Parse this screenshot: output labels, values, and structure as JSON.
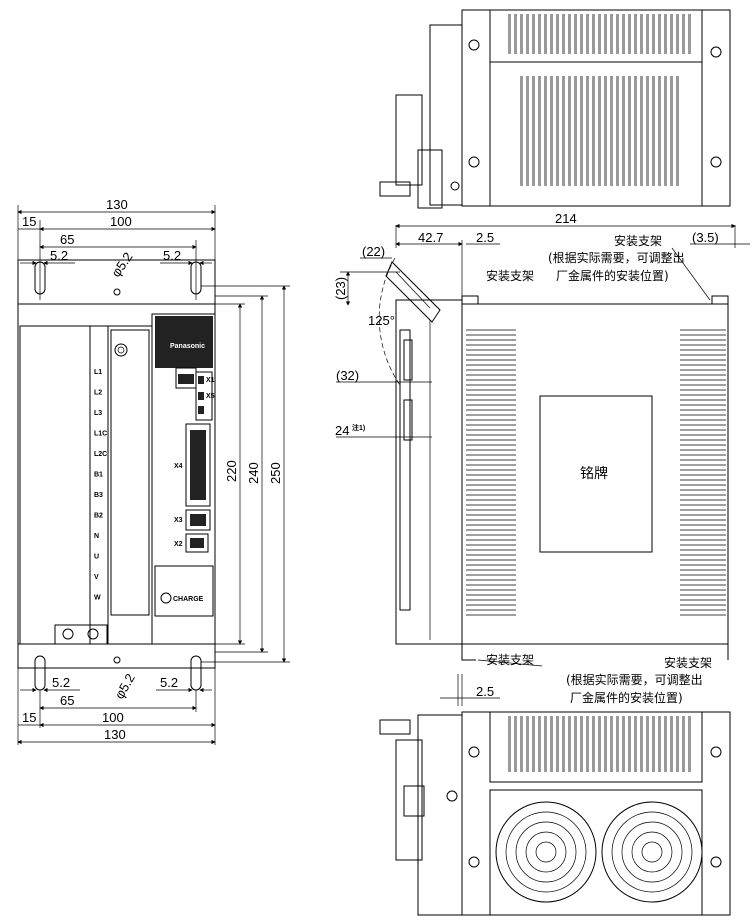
{
  "front_view": {
    "dim_top": {
      "overall": "130",
      "bracket_offset": "15",
      "body_width": "100",
      "hole_pitch": "65",
      "slot_width": "5.2",
      "slot_width_right": "5.2",
      "hole_dia": "φ5.2"
    },
    "dim_bottom": {
      "slot_width": "5.2",
      "slot_width_right": "5.2",
      "hole_dia": "φ5.2",
      "hole_pitch": "65",
      "bracket_offset": "15",
      "body_width": "100",
      "overall": "130"
    },
    "dim_right": {
      "h1": "220",
      "h2": "240",
      "h3": "250"
    },
    "terminal_labels": [
      "L1",
      "L2",
      "L3",
      "L1C",
      "L2C",
      "B1",
      "B3",
      "B2",
      "N",
      "U",
      "V",
      "W"
    ],
    "brand": "Panasonic",
    "connector_labels": {
      "x4": "X4",
      "x3": "X3",
      "x2": "X2",
      "x1": "X1",
      "x5": "X5"
    },
    "ground_label": "CHARGE"
  },
  "side_view": {
    "depth": "214",
    "clear_42_7": "42.7",
    "clear_2_5_top": "2.5",
    "clear_3_5": "(3.5)",
    "clear_22": "(22)",
    "clear_23": "(23)",
    "angle": "125°",
    "clear_32": "(32)",
    "dim_24": "24",
    "note1": "注1)",
    "bracket_left": "安装支架",
    "bracket_right": "安装支架",
    "bracket_note_l1": "(根据实际需要，可调整出",
    "bracket_note_l2": "厂金属件的安装位置)",
    "nameplate": "铭牌",
    "bracket_bottom_left": "安装支架",
    "bracket_bottom_right": "安装支架",
    "bracket_bottom_note_l1": "(根据实际需要，可调整出",
    "bracket_bottom_note_l2": "厂金属件的安装位置)",
    "clear_2_5_bottom": "2.5"
  }
}
